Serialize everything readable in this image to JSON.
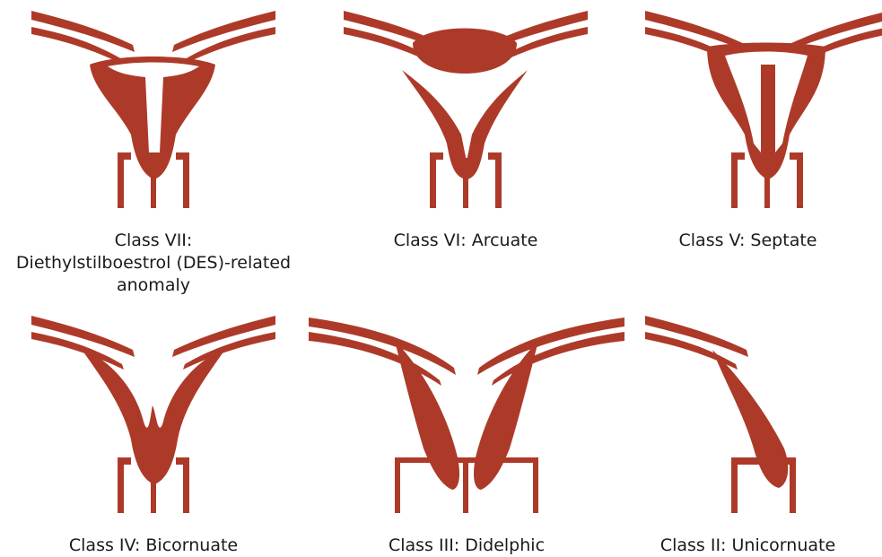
{
  "colors": {
    "organ": "#ad3a29",
    "background": "#ffffff",
    "text": "#1a1a1a"
  },
  "diagrams": [
    {
      "id": "class-vii",
      "caption": [
        "Class VII:",
        "Diethylstilboestrol (DES)-related",
        "anomaly"
      ]
    },
    {
      "id": "class-vi",
      "caption": [
        "Class VI: Arcuate"
      ]
    },
    {
      "id": "class-v",
      "caption": [
        "Class V: Septate"
      ]
    },
    {
      "id": "class-iv",
      "caption": [
        "Class IV: Bicornuate"
      ]
    },
    {
      "id": "class-iii",
      "caption": [
        "Class III: Didelphic"
      ]
    },
    {
      "id": "class-ii",
      "caption": [
        "Class II: Unicornuate"
      ]
    }
  ]
}
